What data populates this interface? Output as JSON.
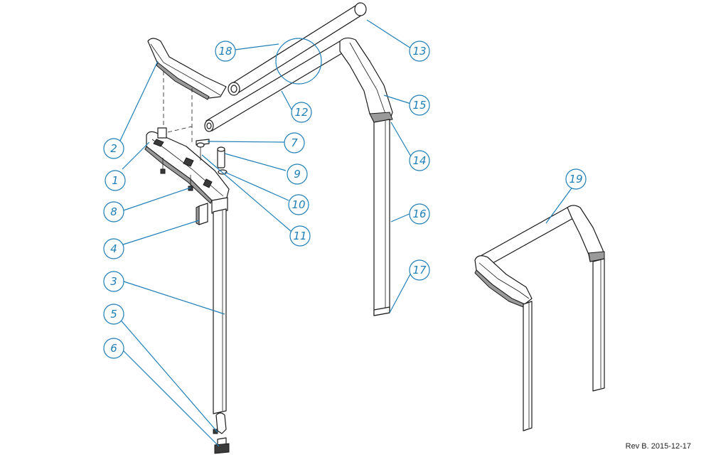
{
  "colors": {
    "callout": "#1e7fb8",
    "line": "#1a1a1a",
    "background": "#ffffff"
  },
  "revision": "Rev B. 2015-12-17",
  "callouts": [
    {
      "label": "1"
    },
    {
      "label": "2"
    },
    {
      "label": "3"
    },
    {
      "label": "4"
    },
    {
      "label": "5"
    },
    {
      "label": "6"
    },
    {
      "label": "7"
    },
    {
      "label": "8"
    },
    {
      "label": "9"
    },
    {
      "label": "10"
    },
    {
      "label": "11"
    },
    {
      "label": "12"
    },
    {
      "label": "13"
    },
    {
      "label": "14"
    },
    {
      "label": "15"
    },
    {
      "label": "16"
    },
    {
      "label": "17"
    },
    {
      "label": "18"
    },
    {
      "label": "19"
    }
  ]
}
